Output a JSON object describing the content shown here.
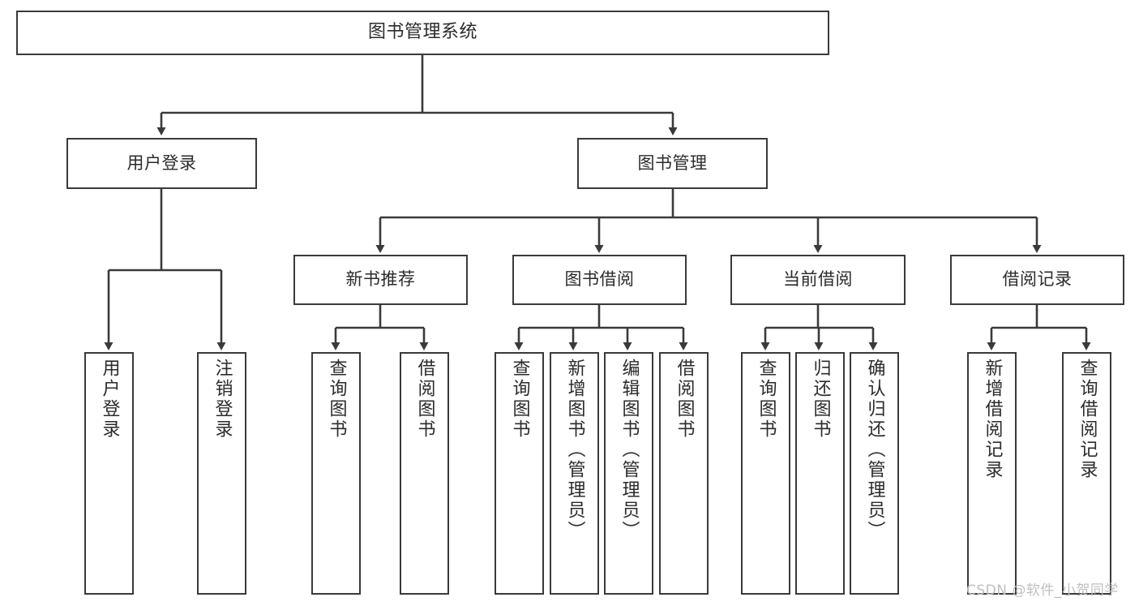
{
  "diagram": {
    "title": "图书管理系统",
    "type": "tree",
    "stroke_color": "#3a3a3a",
    "text_color": "#2b2b2b",
    "background": "#ffffff"
  },
  "nodes": {
    "root": {
      "label": "图书管理系统"
    },
    "level2": [
      {
        "id": "user-login",
        "label": "用户登录"
      },
      {
        "id": "book-manage",
        "label": "图书管理"
      }
    ],
    "level3": [
      {
        "id": "new-book-recommend",
        "label": "新书推荐"
      },
      {
        "id": "book-borrow",
        "label": "图书借阅"
      },
      {
        "id": "current-borrow",
        "label": "当前借阅"
      },
      {
        "id": "borrow-record",
        "label": "借阅记录"
      }
    ],
    "leaves": {
      "user_login": [
        {
          "id": "leaf-user-login",
          "label": "用户登录"
        },
        {
          "id": "leaf-logout-login",
          "label": "注销登录"
        }
      ],
      "new_book_recommend": [
        {
          "id": "leaf-query-book-1",
          "label": "查询图书"
        },
        {
          "id": "leaf-borrow-book-1",
          "label": "借阅图书"
        }
      ],
      "book_borrow": [
        {
          "id": "leaf-query-book-2",
          "label": "查询图书"
        },
        {
          "id": "leaf-add-book-admin",
          "label": "新增图书（管理员）"
        },
        {
          "id": "leaf-edit-book-admin",
          "label": "编辑图书（管理员）"
        },
        {
          "id": "leaf-borrow-book-2",
          "label": "借阅图书"
        }
      ],
      "current_borrow": [
        {
          "id": "leaf-query-book-3",
          "label": "查询图书"
        },
        {
          "id": "leaf-return-book",
          "label": "归还图书"
        },
        {
          "id": "leaf-confirm-return-admin",
          "label": "确认归还（管理员）"
        }
      ],
      "borrow_record": [
        {
          "id": "leaf-add-borrow-record",
          "label": "新增借阅记录"
        },
        {
          "id": "leaf-query-borrow-record",
          "label": "查询借阅记录"
        }
      ]
    }
  },
  "watermark": {
    "text": "CSDN @软件_小贺同学"
  }
}
